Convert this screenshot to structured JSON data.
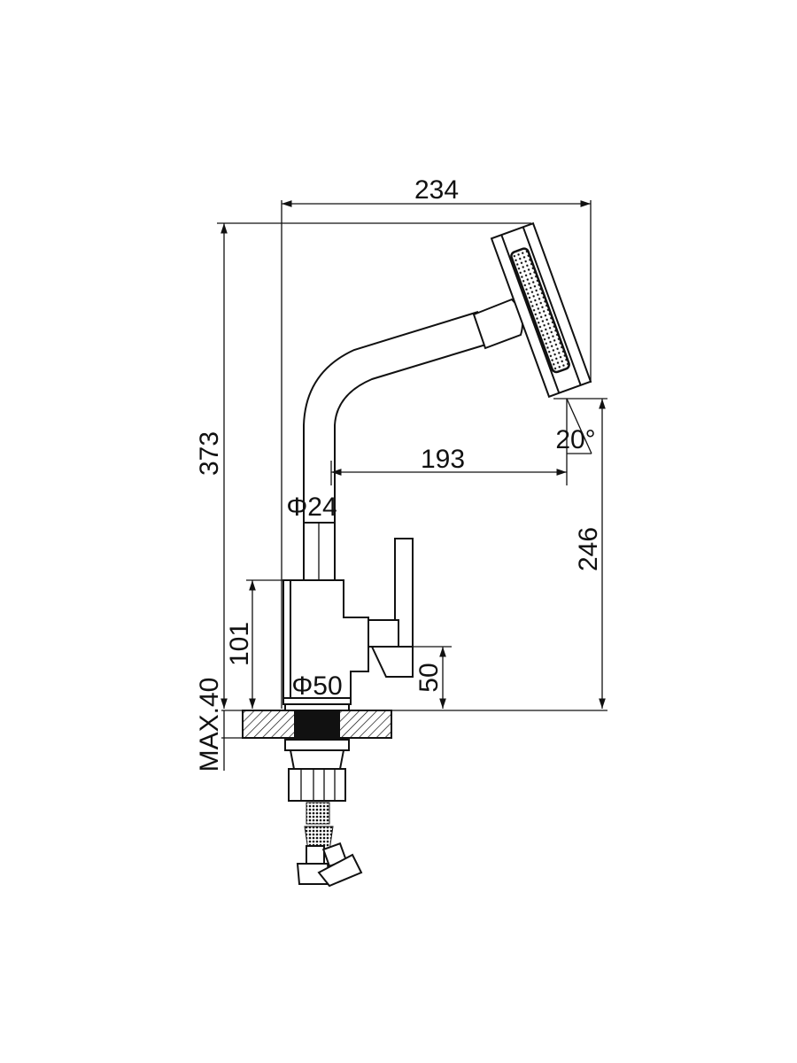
{
  "drawing": {
    "dimensions": {
      "overall_width": "234",
      "overall_height": "373",
      "spout_reach": "193",
      "spout_height": "246",
      "spray_angle": "20°",
      "tube_diameter": "Φ24",
      "base_diameter": "Φ50",
      "body_height": "101",
      "handle_height": "50",
      "max_counter_thickness": "MAX.40"
    },
    "line_color": "#111111"
  }
}
